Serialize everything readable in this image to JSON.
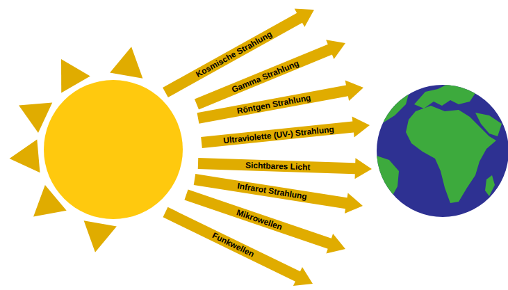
{
  "diagram": {
    "labels": [
      "Kosmische Strahlung",
      "Gamma Strahlung",
      "Röntgen Strahlung",
      "Ultraviolette (UV-) Strahlung",
      "Sichtbares Licht",
      "Infrarot Strahlung",
      "Mikrowellen",
      "Funkwellen"
    ]
  }
}
